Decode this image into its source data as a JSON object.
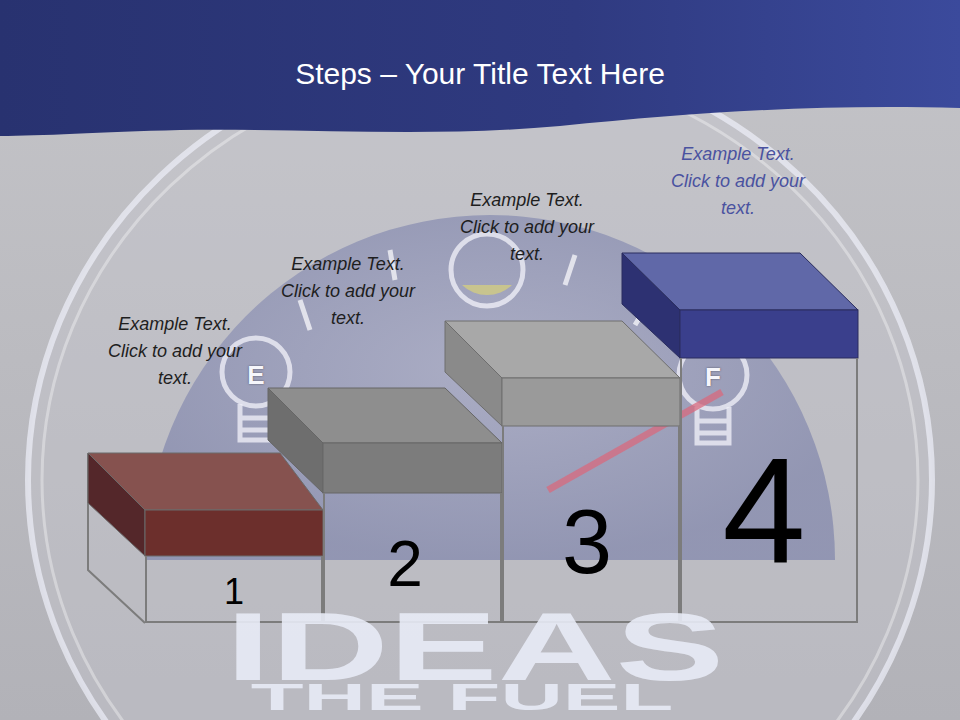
{
  "diagram": {
    "title": "Steps – Your Title Text Here",
    "nodes": [
      {
        "text": [
          "Example Text. Click to add your text.",
          "1"
        ]
      },
      {
        "text": [
          "Example Text. Click to add your text.",
          "2"
        ]
      },
      {
        "text": [
          "Example Text. Click to add your text.",
          "3"
        ]
      },
      {
        "text": [
          "Example Text. Click to add your text.",
          "4"
        ]
      }
    ],
    "labels": [
      "E",
      "F",
      "IDEAS",
      "THE FUEL"
    ]
  }
}
